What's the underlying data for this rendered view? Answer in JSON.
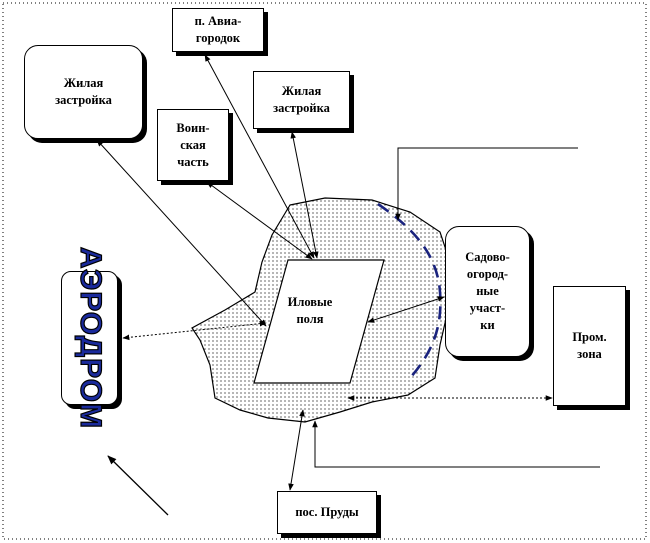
{
  "labels": {
    "aviagorodok": "п. Авиа-\nгородок",
    "residential_left": "Жилая\nзастройка",
    "residential_top": "Жилая\nзастройка",
    "military": "Воин-\nская\nчасть",
    "sludge_fields": "Иловые\nполя",
    "gardens": "Садово-\nогород-\nные\nучаст-\nки",
    "industrial": "Пром.\nзона",
    "aerodrome": "АЭРОДРОМ",
    "prudy": "пос. Пруды"
  },
  "colors": {
    "stroke": "#000000",
    "dashed_boundary": "#1a237e",
    "aerodrome_text": "#1a2a9c"
  }
}
